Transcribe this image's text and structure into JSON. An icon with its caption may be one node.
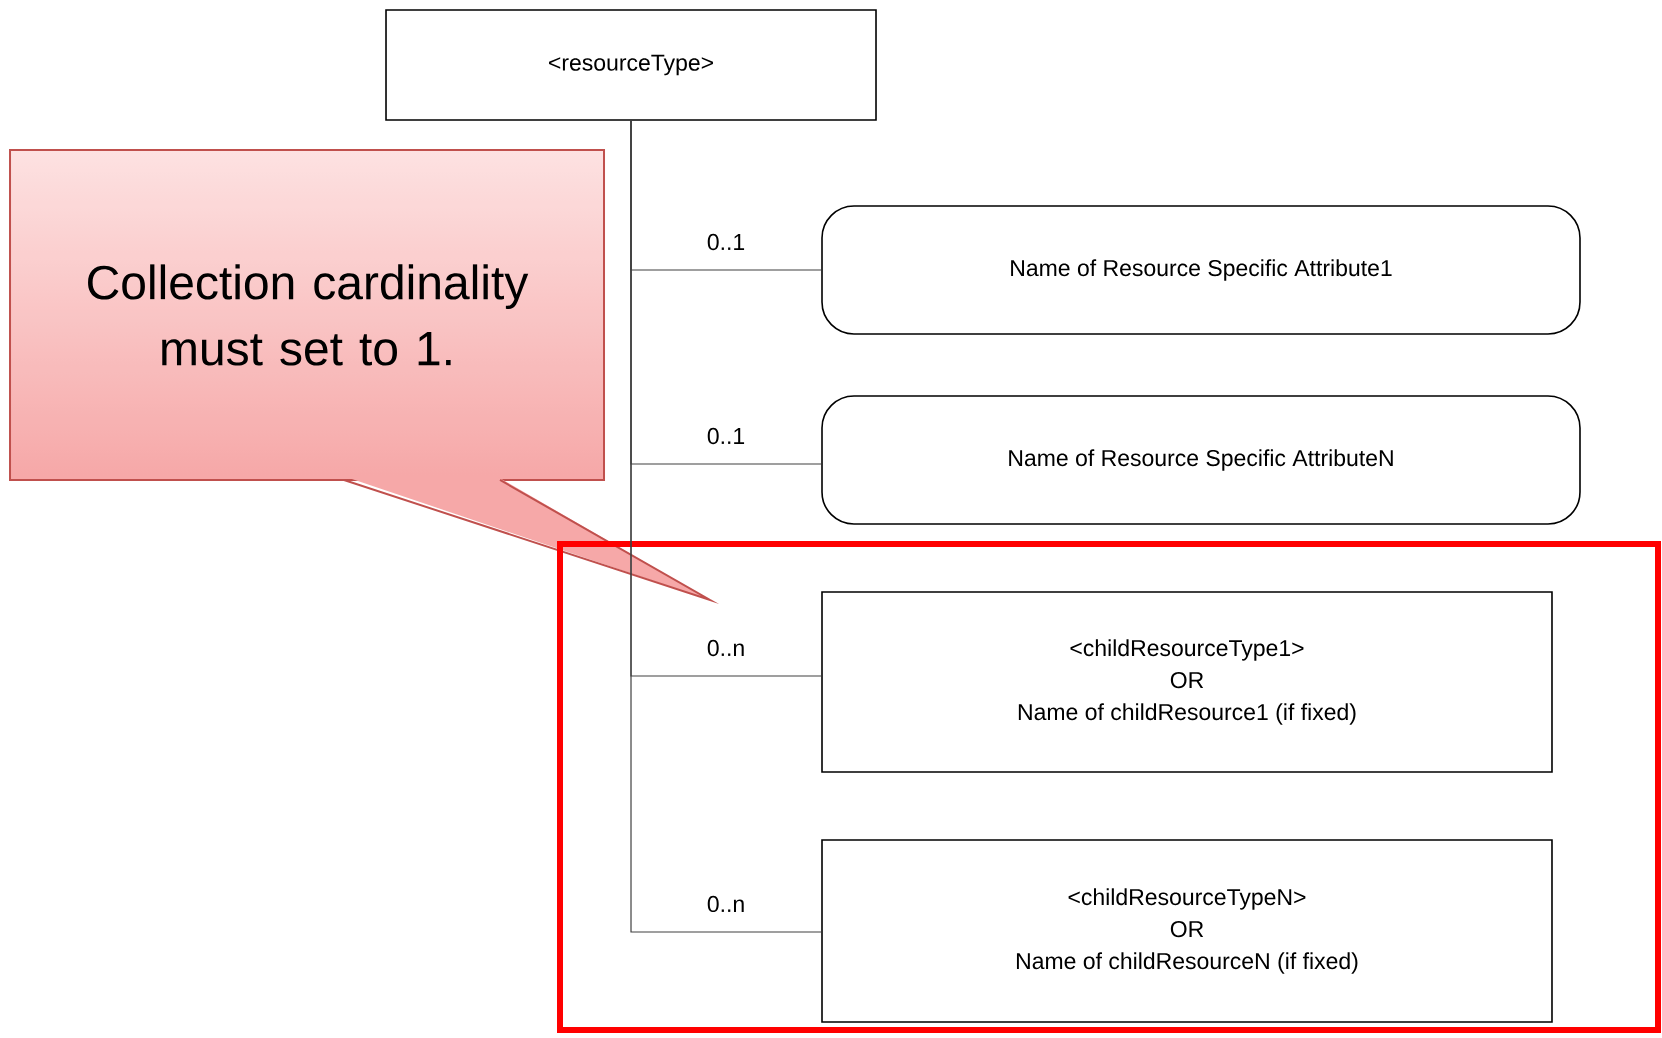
{
  "diagram": {
    "nodes": [
      {
        "text": [
          "<resourceType>"
        ]
      },
      {
        "text": [
          "Collection cardinality must set to 1."
        ]
      },
      {
        "text": [
          "Name of Resource Specific Attribute1"
        ]
      },
      {
        "text": [
          "Name of Resource Specific AttributeN"
        ]
      },
      {
        "text": [],
        "shape": "box"
      },
      {
        "text": [
          "<childResourceType1>",
          "OR",
          "Name of childResource1 (if fixed)"
        ],
        "in": 4
      },
      {
        "text": [
          "<childResourceTypeN>",
          "OR",
          "Name of childResourceN (if fixed)"
        ],
        "in": 4
      }
    ],
    "edges": [
      {
        "from": 0,
        "to": 2,
        "arrow": "none",
        "label": "0..1"
      },
      {
        "from": 0,
        "to": 3,
        "arrow": "none",
        "label": "0..1"
      },
      {
        "from": 0,
        "to": 5,
        "arrow": "none",
        "label": "0..n"
      },
      {
        "from": 0,
        "to": 6,
        "arrow": "none",
        "label": "0..n"
      }
    ]
  }
}
